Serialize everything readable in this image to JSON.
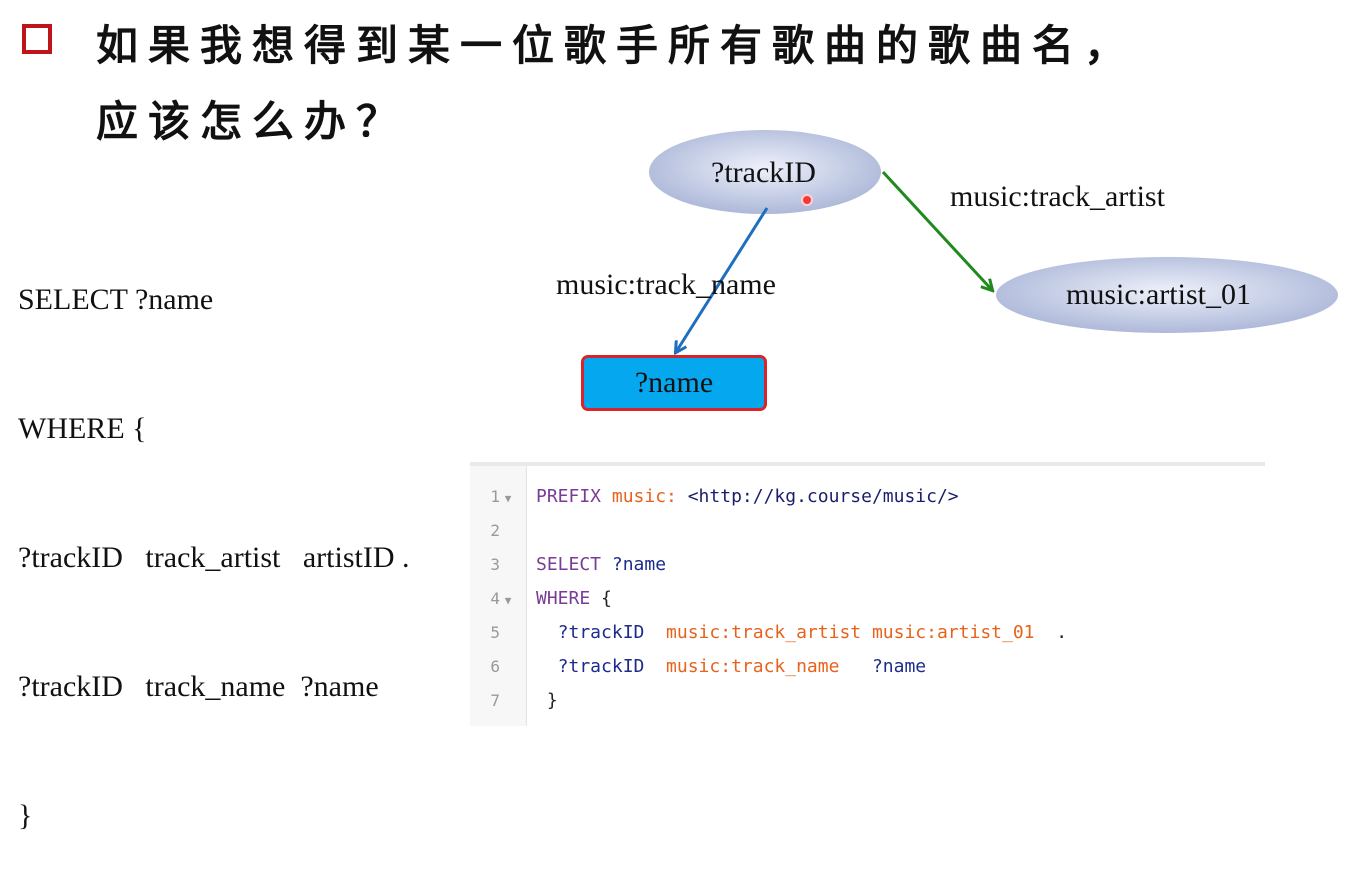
{
  "slide": {
    "title_line1": "如果我想得到某一位歌手所有歌曲的歌曲名，",
    "title_line2": "应该怎么办？",
    "query_lines": [
      "SELECT ?name",
      "WHERE {",
      "?trackID   track_artist   artistID .",
      "?trackID   track_name  ?name",
      "}"
    ]
  },
  "graph": {
    "track_node": "?trackID",
    "artist_node": "music:artist_01",
    "name_node": "?name",
    "edge_artist": "music:track_artist",
    "edge_name": "music:track_name",
    "colors": {
      "edge_artist": "#218a1e",
      "edge_name": "#1e6fc0",
      "name_fill": "#05a8ee",
      "name_border": "#d8252b"
    }
  },
  "editor": {
    "lines": [
      {
        "num": "1",
        "fold": "▼",
        "tokens": [
          [
            "kw",
            "PREFIX "
          ],
          [
            "pfx",
            "music: "
          ],
          [
            "iri",
            "<http://kg.course/music/>"
          ]
        ]
      },
      {
        "num": "2",
        "fold": "",
        "tokens": []
      },
      {
        "num": "3",
        "fold": "",
        "tokens": [
          [
            "kw",
            "SELECT "
          ],
          [
            "var",
            "?name"
          ]
        ]
      },
      {
        "num": "4",
        "fold": "▼",
        "tokens": [
          [
            "kw",
            "WHERE "
          ],
          [
            "plain",
            "{"
          ]
        ]
      },
      {
        "num": "5",
        "fold": "",
        "tokens": [
          [
            "var",
            "  ?trackID  "
          ],
          [
            "prop",
            "music:track_artist "
          ],
          [
            "prop",
            "music:artist_01"
          ],
          [
            "plain",
            "  ."
          ]
        ]
      },
      {
        "num": "6",
        "fold": "",
        "tokens": [
          [
            "var",
            "  ?trackID  "
          ],
          [
            "prop",
            "music:track_name   "
          ],
          [
            "var",
            "?name"
          ]
        ]
      },
      {
        "num": "7",
        "fold": "",
        "tokens": [
          [
            "plain",
            " }"
          ]
        ]
      }
    ]
  }
}
